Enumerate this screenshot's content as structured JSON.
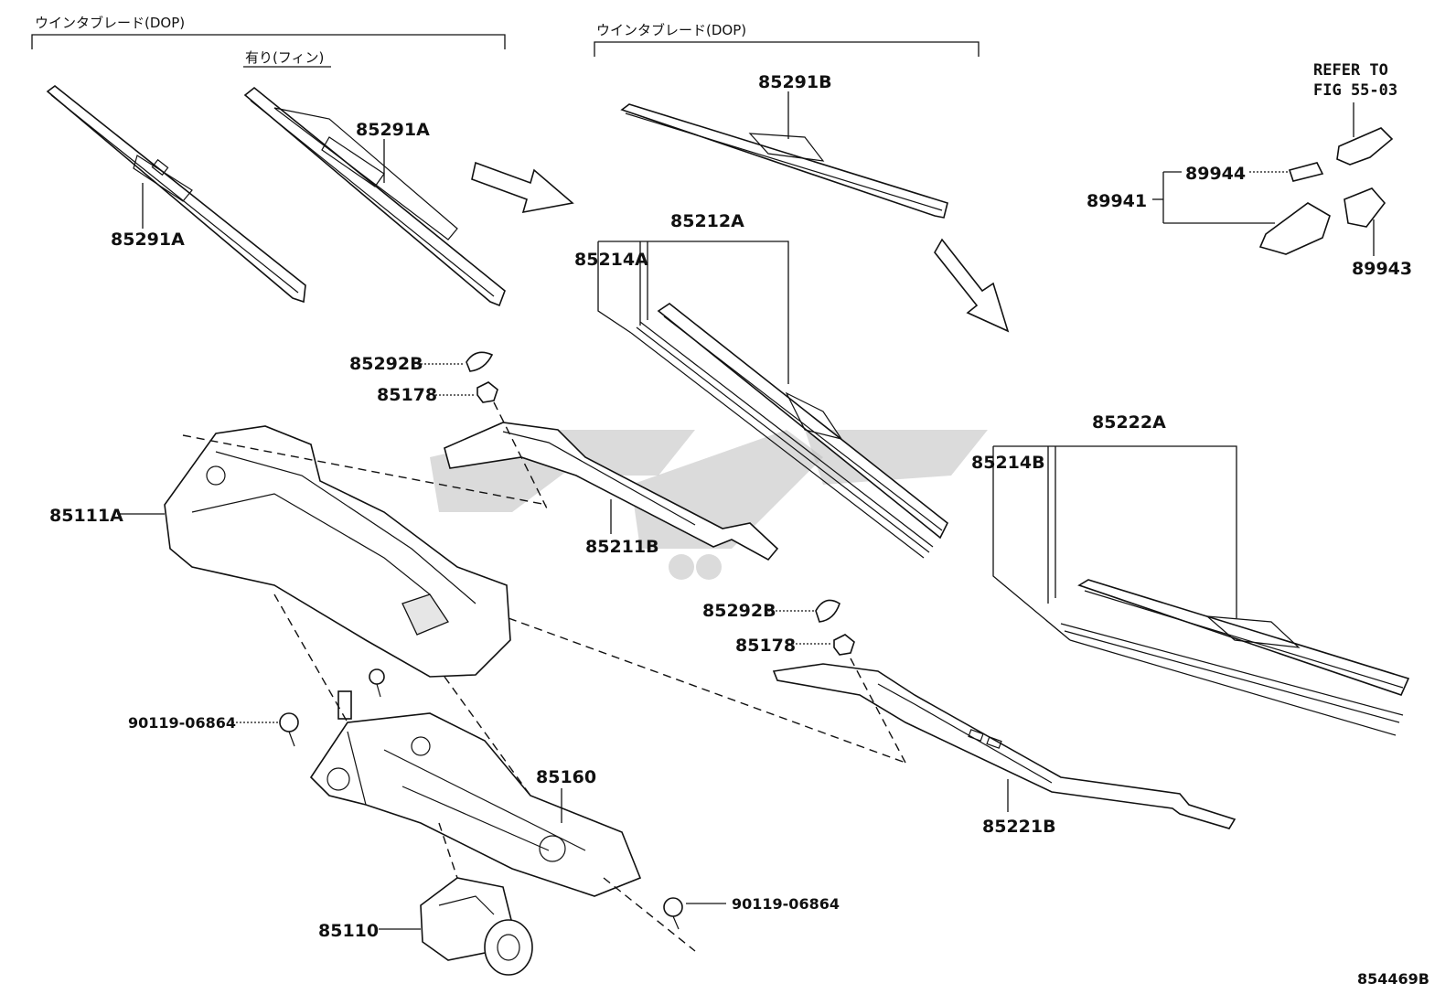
{
  "group_labels": {
    "left": "ウインタブレード(DOP)",
    "left_sub": "有り(フィン)",
    "middle": "ウインタブレード(DOP)"
  },
  "refer": {
    "line1": "REFER TO",
    "line2": "FIG 55-03"
  },
  "parts": {
    "p85291A_left": "85291A",
    "p85291A_right": "85291A",
    "p85291B": "85291B",
    "p85212A": "85212A",
    "p85214A": "85214A",
    "p85292B_1": "85292B",
    "p85178_1": "85178",
    "p85111A": "85111A",
    "p85211B": "85211B",
    "p85222A": "85222A",
    "p85214B": "85214B",
    "p85292B_2": "85292B",
    "p85178_2": "85178",
    "p85221B": "85221B",
    "p85160": "85160",
    "p90119_1": "90119-06864",
    "p90119_2": "90119-06864",
    "p85110": "85110",
    "p89944": "89944",
    "p89941": "89941",
    "p89943": "89943"
  },
  "figure_id": "854469B"
}
